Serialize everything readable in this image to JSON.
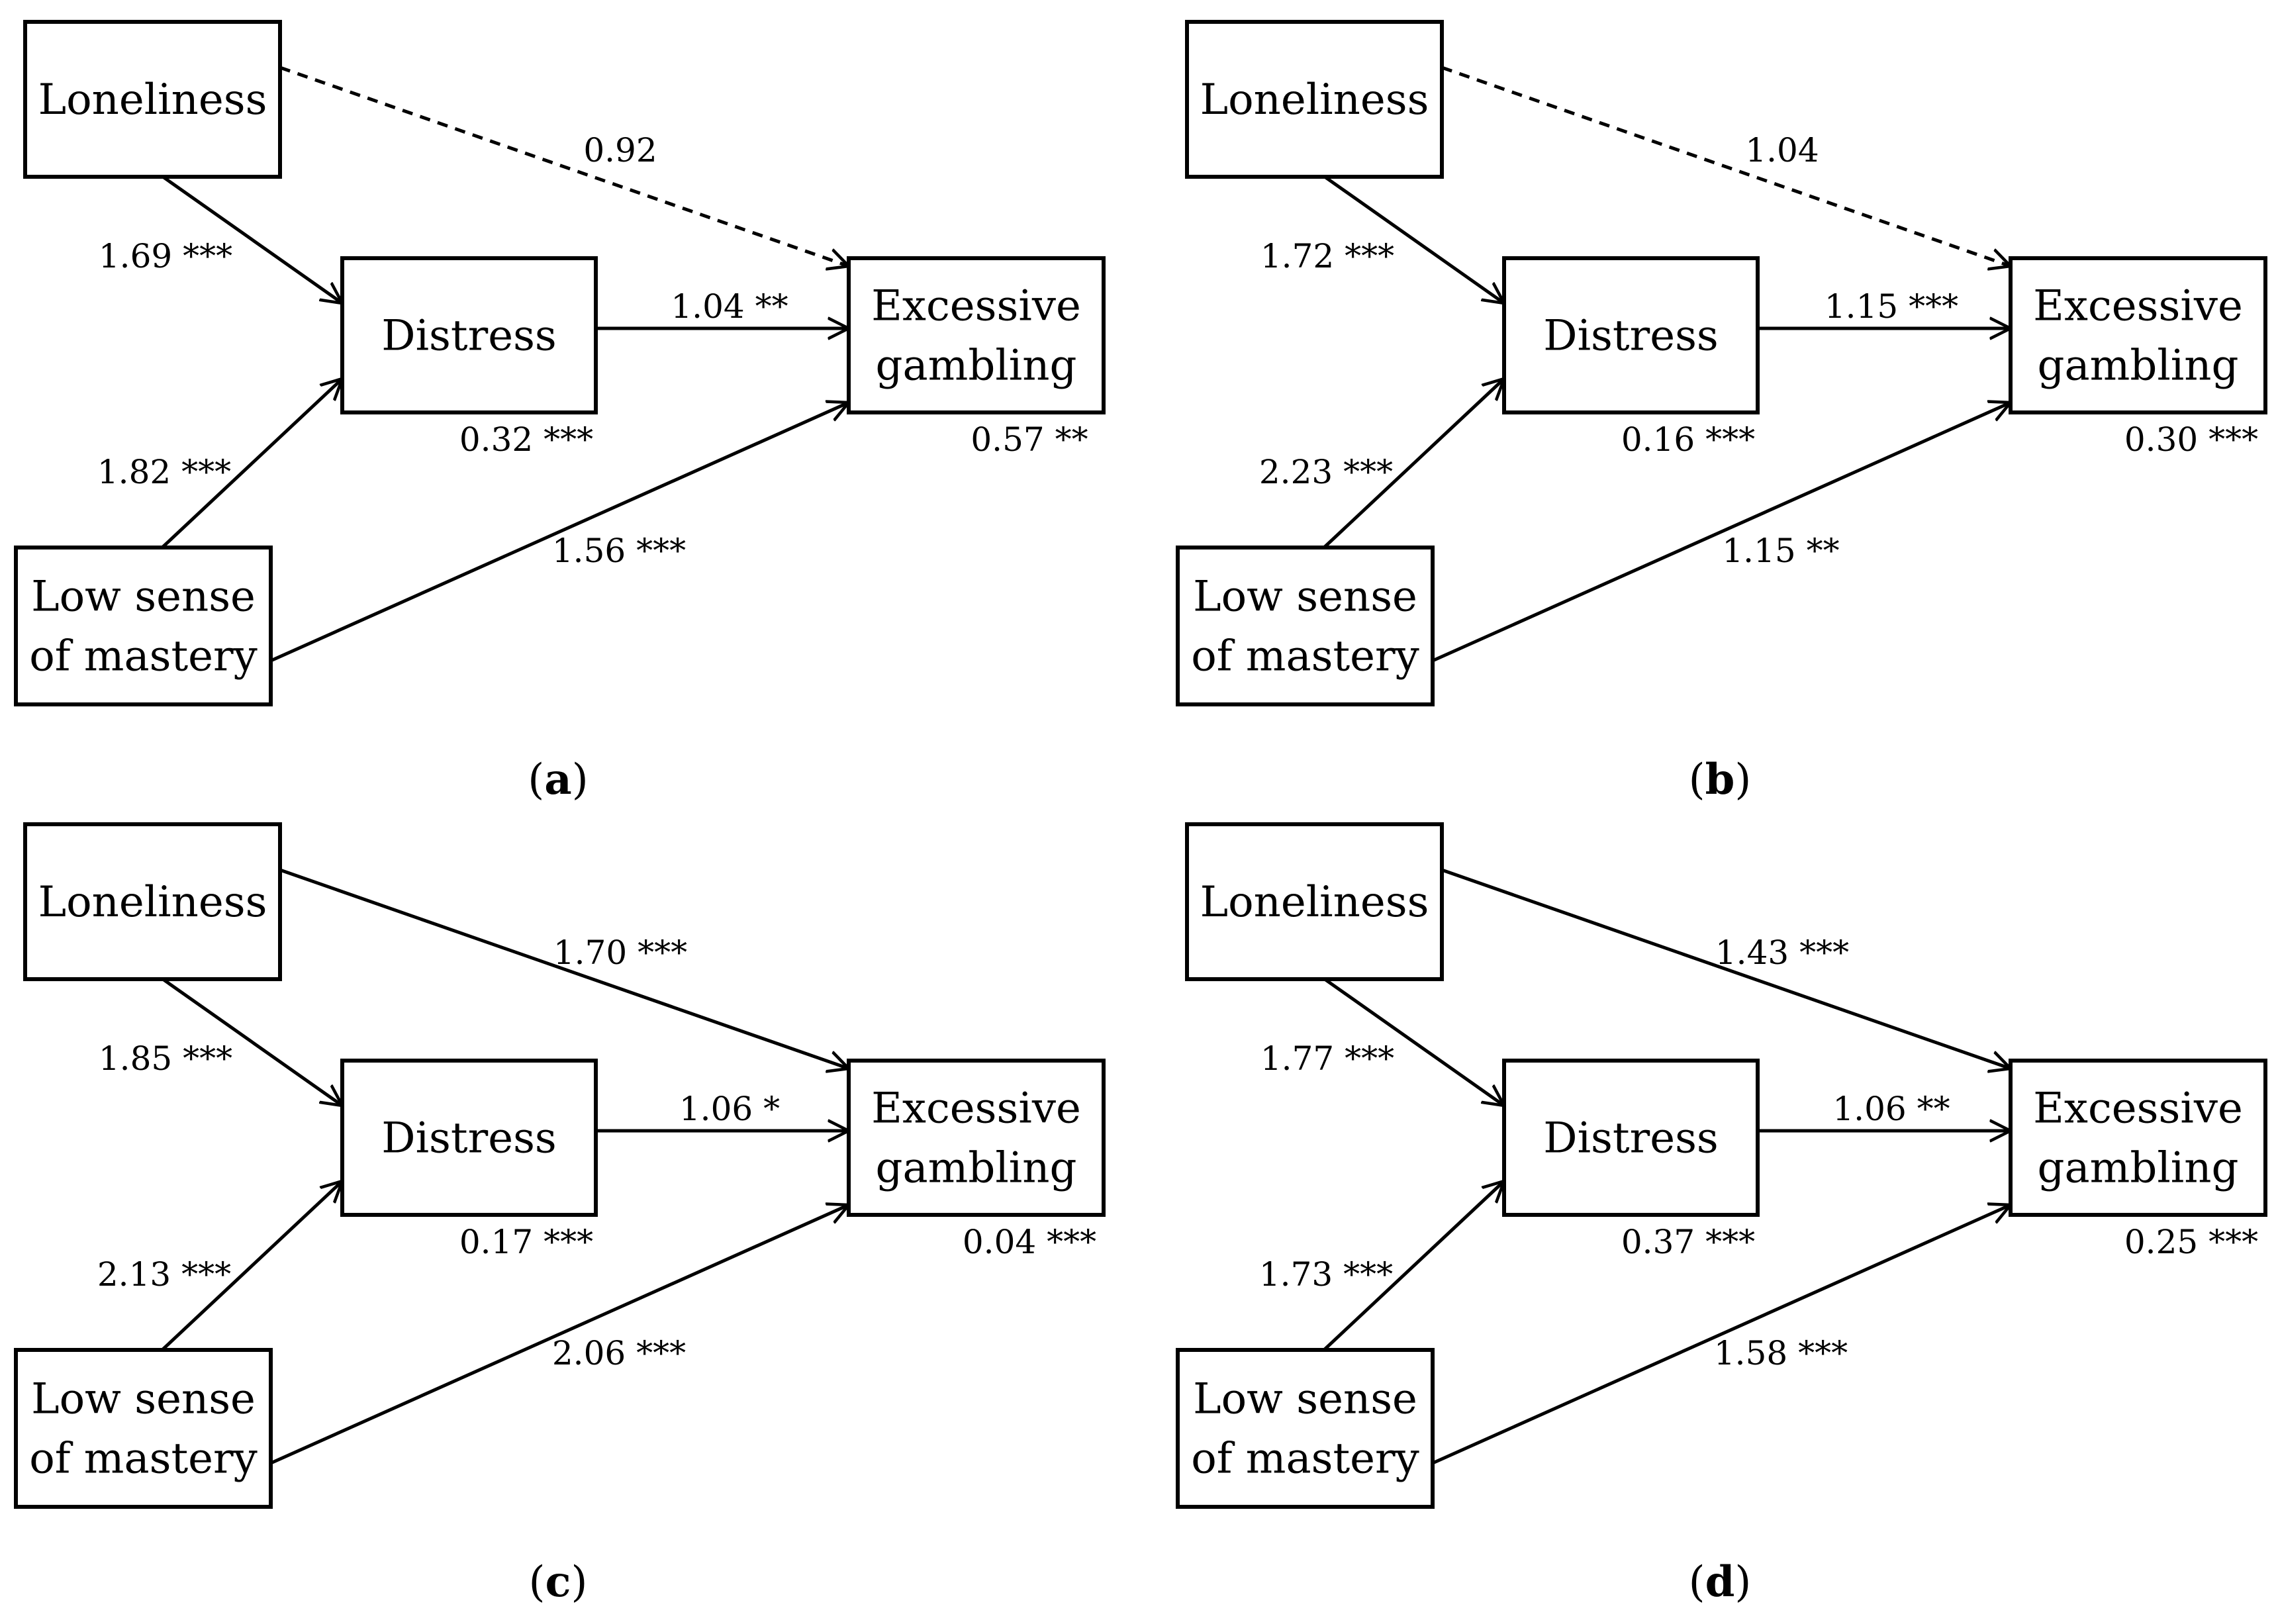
{
  "panels": [
    {
      "label": "a",
      "nodes": {
        "loneliness": [
          "Loneliness"
        ],
        "distress": [
          "Distress"
        ],
        "gambling": [
          "Excessive",
          "gambling"
        ],
        "mastery": [
          "Low sense",
          "of mastery"
        ]
      },
      "edges": {
        "lon_gam": {
          "text": "0.92",
          "dashed": true
        },
        "lon_dis": {
          "text": "1.69 ***",
          "dashed": false
        },
        "dis_gam": {
          "text": "1.04 **",
          "dashed": false
        },
        "mas_dis": {
          "text": "1.82 ***",
          "dashed": false
        },
        "mas_gam": {
          "text": "1.56 ***",
          "dashed": false
        }
      },
      "residuals": {
        "distress": "0.32 ***",
        "gambling": "0.57 **"
      }
    },
    {
      "label": "b",
      "nodes": {
        "loneliness": [
          "Loneliness"
        ],
        "distress": [
          "Distress"
        ],
        "gambling": [
          "Excessive",
          "gambling"
        ],
        "mastery": [
          "Low sense",
          "of mastery"
        ]
      },
      "edges": {
        "lon_gam": {
          "text": "1.04",
          "dashed": true
        },
        "lon_dis": {
          "text": "1.72 ***",
          "dashed": false
        },
        "dis_gam": {
          "text": "1.15 ***",
          "dashed": false
        },
        "mas_dis": {
          "text": "2.23 ***",
          "dashed": false
        },
        "mas_gam": {
          "text": "1.15 **",
          "dashed": false
        }
      },
      "residuals": {
        "distress": "0.16 ***",
        "gambling": "0.30 ***"
      }
    },
    {
      "label": "c",
      "nodes": {
        "loneliness": [
          "Loneliness"
        ],
        "distress": [
          "Distress"
        ],
        "gambling": [
          "Excessive",
          "gambling"
        ],
        "mastery": [
          "Low sense",
          "of mastery"
        ]
      },
      "edges": {
        "lon_gam": {
          "text": "1.70 ***",
          "dashed": false
        },
        "lon_dis": {
          "text": "1.85 ***",
          "dashed": false
        },
        "dis_gam": {
          "text": "1.06 *",
          "dashed": false
        },
        "mas_dis": {
          "text": "2.13 ***",
          "dashed": false
        },
        "mas_gam": {
          "text": "2.06 ***",
          "dashed": false
        }
      },
      "residuals": {
        "distress": "0.17 ***",
        "gambling": "0.04 ***"
      }
    },
    {
      "label": "d",
      "nodes": {
        "loneliness": [
          "Loneliness"
        ],
        "distress": [
          "Distress"
        ],
        "gambling": [
          "Excessive",
          "gambling"
        ],
        "mastery": [
          "Low sense",
          "of mastery"
        ]
      },
      "edges": {
        "lon_gam": {
          "text": "1.43 ***",
          "dashed": false
        },
        "lon_dis": {
          "text": "1.77 ***",
          "dashed": false
        },
        "dis_gam": {
          "text": "1.06 **",
          "dashed": false
        },
        "mas_dis": {
          "text": "1.73 ***",
          "dashed": false
        },
        "mas_gam": {
          "text": "1.58 ***",
          "dashed": false
        }
      },
      "residuals": {
        "distress": "0.37 ***",
        "gambling": "0.25 ***"
      }
    }
  ]
}
